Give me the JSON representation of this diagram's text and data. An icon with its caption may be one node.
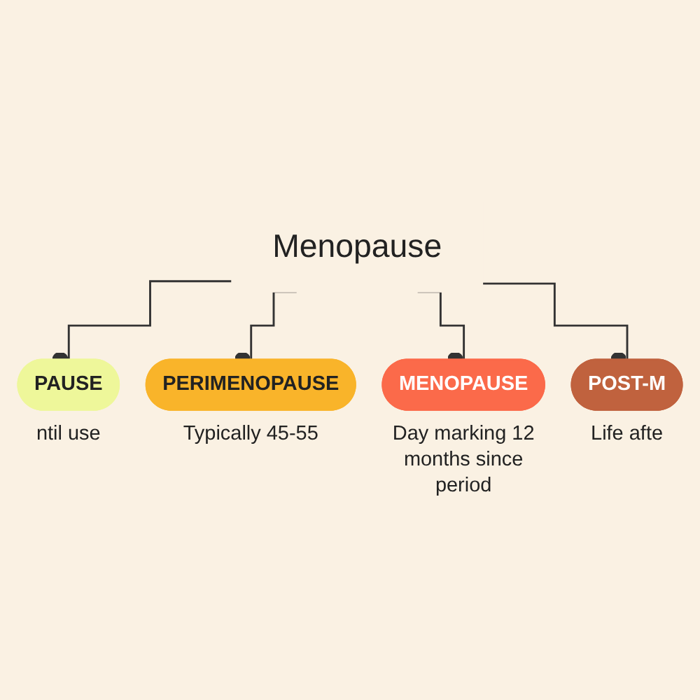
{
  "diagram": {
    "nodes": [
      {
        "text": [
          "Menopause"
        ]
      },
      {
        "text": [
          "PAUSE"
        ],
        "beside": [
          "ntil use"
        ]
      },
      {
        "text": [
          "PERIMENOPAUSE"
        ],
        "beside": [
          "Typically 45-55"
        ]
      },
      {
        "text": [
          "MENOPAUSE"
        ],
        "beside": [
          "Day marking 12 months since period"
        ]
      },
      {
        "text": [
          "POST-M"
        ],
        "beside": [
          "Life afte"
        ]
      }
    ],
    "edges": [
      {
        "from": 0,
        "to": 1,
        "arrow": "other"
      },
      {
        "from": 0,
        "to": 2,
        "arrow": "other"
      },
      {
        "from": 0,
        "to": 3,
        "arrow": "other"
      },
      {
        "from": 0,
        "to": 4,
        "arrow": "other"
      }
    ]
  }
}
